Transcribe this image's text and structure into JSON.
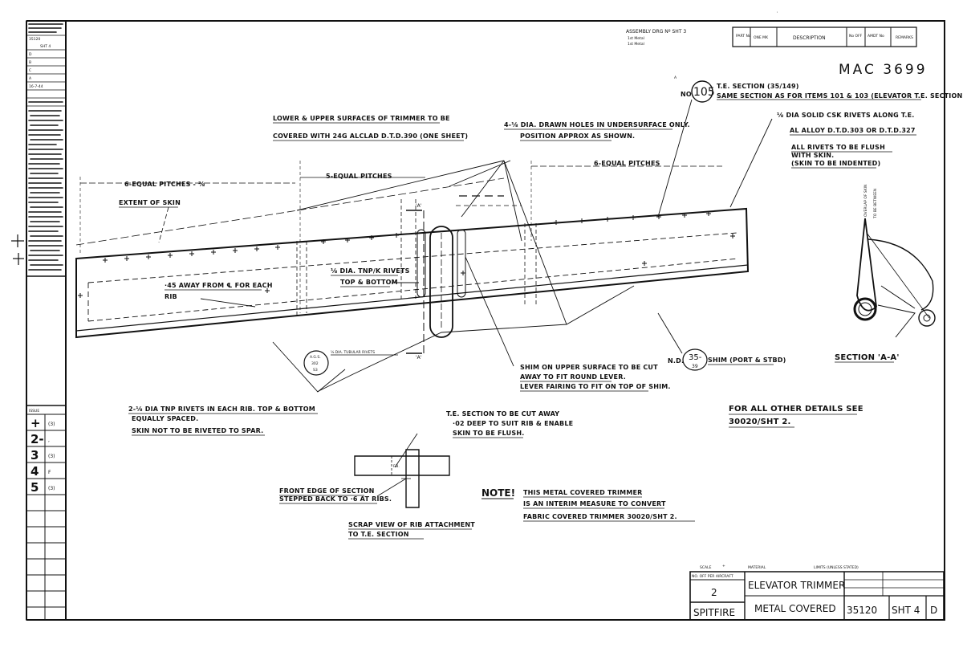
{
  "drawing_number_handwritten": "MAC 3699",
  "header": {
    "assembly_ref_lines": [
      "ASSEMBLY DRG Nº SHT 3",
      "1st Metal",
      "1st Metal"
    ],
    "columns": [
      "PART No",
      "ONE MK",
      "DESCRIPTION",
      "No OFF",
      "AMDT No",
      "REMARKS"
    ]
  },
  "notes": {
    "covering": [
      "LOWER & UPPER SURFACES OF TRIMMER TO BE",
      "COVERED WITH 24G ALCLAD D.T.D.390 (ONE SHEET)"
    ],
    "drawn_holes": [
      "4-⅛ DIA. DRAWN HOLES IN UNDERSURFACE ONLY.",
      "POSITION APPROX AS SHOWN."
    ],
    "te_section_ref": [
      "T.E. SECTION (35/149)",
      "SAME SECTION AS FOR ITEMS 101 & 103 (ELEVATOR T.E. SECTION)"
    ],
    "solid_rivets": [
      "⅛ DIA SOLID CSK RIVETS ALONG T.E.",
      "AL ALLOY D.T.D.303 OR D.T.D.327"
    ],
    "flush_rivets": [
      "ALL RIVETS TO BE FLUSH",
      "WITH SKIN.",
      "(SKIN TO BE INDENTED)"
    ],
    "pitches_left": "6-EQUAL PITCHES - ⅜",
    "pitches_mid": "5-EQUAL PITCHES",
    "pitches_right": "6-EQUAL PITCHES",
    "extent_of_skin": "EXTENT OF SKIN",
    "away_from_rib": [
      "·45 AWAY FROM ℄ FOR EACH",
      "RIB"
    ],
    "tnp_rivets": [
      "⅛ DIA. TNP/K RIVETS",
      "TOP & BOTTOM"
    ],
    "tnp_rivet_tube": "⅛ DIA. TUBULAR RIVETS",
    "rib_rivets": [
      "2-⅛ DIA TNP RIVETS IN EACH RIB. TOP & BOTTOM",
      "EQUALLY SPACED.",
      "SKIN NOT TO BE RIVETED TO SPAR."
    ],
    "shim": [
      "SHIM ON UPPER SURFACE TO BE CUT",
      "AWAY TO FIT ROUND LEVER.",
      "LEVER FAIRING TO FIT ON TOP OF SHIM."
    ],
    "te_cut": [
      "T.E. SECTION TO BE CUT AWAY",
      "·02 DEEP TO SUIT RIB & ENABLE",
      "SKIN TO BE FLUSH."
    ],
    "front_edge": [
      "FRONT EDGE OF SECTION",
      "STEPPED BACK TO ·6 AT RIBS."
    ],
    "scrap_view": [
      "SCRAP VIEW OF RIB ATTACHMENT",
      "TO T.E. SECTION"
    ],
    "important": "NOTE!",
    "interim": [
      "THIS METAL COVERED TRIMMER",
      "IS AN INTERIM MEASURE TO CONVERT",
      "FABRIC COVERED TRIMMER 30020/SHT 2."
    ],
    "other_details": [
      "FOR ALL OTHER DETAILS SEE",
      "30020/SHT 2."
    ],
    "section_label": "SECTION 'A-A'",
    "section_mark": "'A'",
    "overlap_note": [
      "OVERLAP OF SKIN",
      "TO BE BETWEEN"
    ],
    "item_105": "105",
    "item_35": "35-",
    "item_35_sub": "39",
    "no_label": "NO",
    "nd_label": "N.D.",
    "shim_label": "SHIM (PORT & STBD)",
    "bubble_left": [
      "A.G.S.",
      "302",
      "S3"
    ],
    "scrap_fb": "F.B."
  },
  "revisions": {
    "title": "ISSUE",
    "rows": [
      {
        "issue": "+",
        "mark": "(3)"
      },
      {
        "issue": "2-",
        "mark": ","
      },
      {
        "issue": "3",
        "mark": "(3)"
      },
      {
        "issue": "4",
        "mark": "F"
      },
      {
        "issue": "5",
        "mark": "(3)"
      }
    ]
  },
  "left_strip": {
    "top_lines": [
      "35120",
      "SHT 4",
      "D",
      "B",
      "C",
      "A",
      "16-7-44"
    ]
  },
  "title_block": {
    "scale_label": "SCALE",
    "scale_value": "+",
    "material_label": "MATERIAL",
    "limits_label": "LIMITS (UNLESS STATED)",
    "nos_label": "NO. OFF PER AIRCRAFT",
    "nos_value": "2",
    "title": "ELEVATOR TRIMMER",
    "subtitle": "METAL COVERED",
    "drawing_no": "35120",
    "sheet": "SHT 4",
    "issue": "D",
    "aircraft": "SPITFIRE"
  },
  "marks": {
    "top_tick": "'",
    "rev_triangle": "A"
  }
}
